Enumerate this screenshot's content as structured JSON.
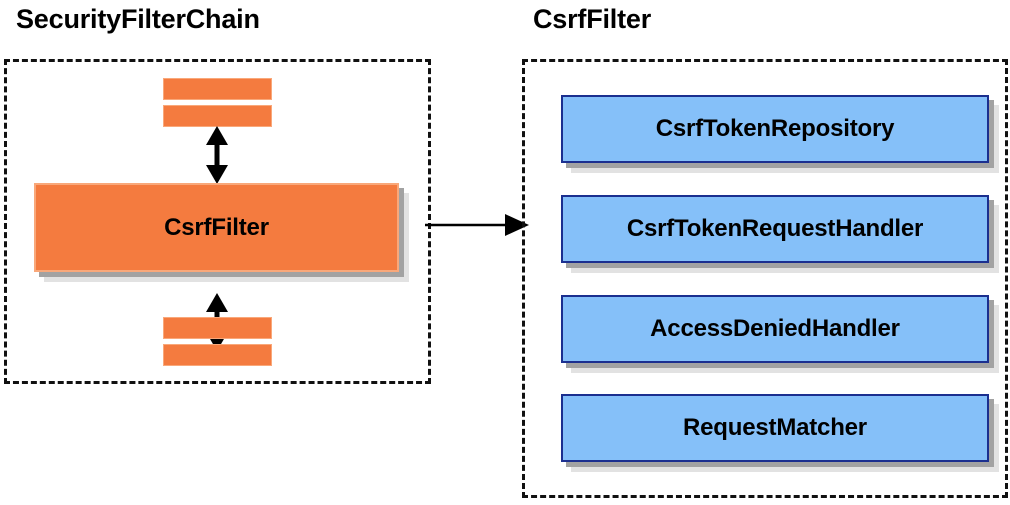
{
  "diagram": {
    "title_left": "SecurityFilterChain",
    "title_right": "CsrfFilter",
    "background": "#ffffff"
  },
  "colors": {
    "orange_fill": "#f47b3f",
    "orange_border": "#f9a87a",
    "blue_fill": "#85c0f9",
    "blue_border": "#1b2f8f",
    "shadow_dark": "#a2a2a2",
    "shadow_light": "#e2e2e2",
    "dashed_border": "#111111",
    "text": "#000000",
    "arrow": "#000000"
  },
  "left_panel": {
    "title": "SecurityFilterChain",
    "main_node": {
      "label": "CsrfFilter"
    },
    "top_stubs": [
      {
        "label": ""
      },
      {
        "label": ""
      }
    ],
    "bottom_stubs": [
      {
        "label": ""
      },
      {
        "label": ""
      }
    ],
    "arrows": [
      {
        "name": "arrow-up-double",
        "kind": "double-vertical"
      },
      {
        "name": "arrow-down-double",
        "kind": "double-vertical"
      }
    ]
  },
  "connector": {
    "name": "arrow-left-to-right",
    "kind": "single-horizontal",
    "from": "SecurityFilterChain",
    "to": "CsrfFilter"
  },
  "right_panel": {
    "title": "CsrfFilter",
    "collaborators": [
      {
        "label": "CsrfTokenRepository"
      },
      {
        "label": "CsrfTokenRequestHandler"
      },
      {
        "label": "AccessDeniedHandler"
      },
      {
        "label": "RequestMatcher"
      }
    ]
  }
}
